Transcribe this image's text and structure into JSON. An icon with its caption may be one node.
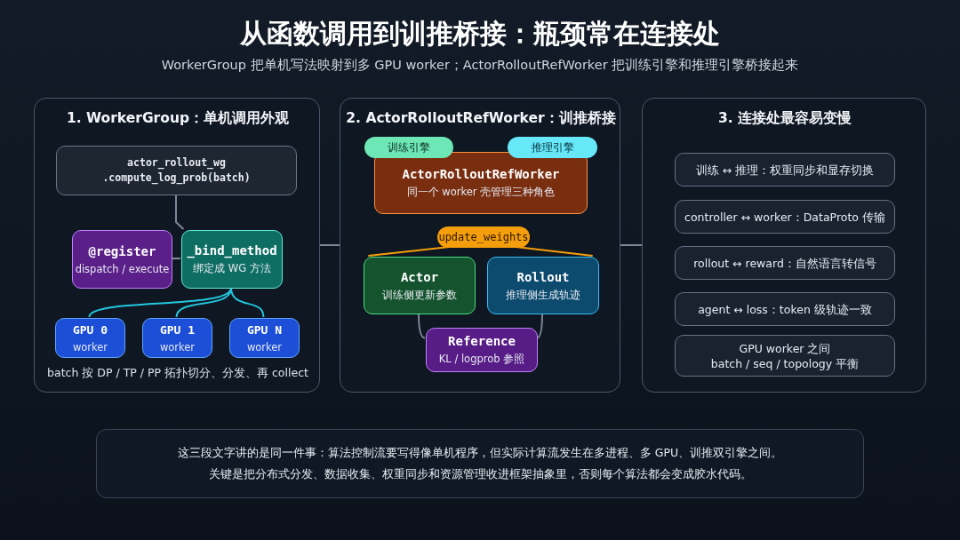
{
  "diagram": {
    "title": "从函数调用到训推桥接：瓶颈常在连接处",
    "caption": "WorkerGroup 把单机写法映射到多 GPU worker；ActorRolloutRefWorker 把训练引擎和推理引擎桥接起来",
    "nodes": [
      {
        "text": [
          "1. WorkerGroup：单机调用外观",
          "batch 按 DP / TP / PP 拓扑切分、分发、再 collect"
        ]
      },
      {
        "text": [
          "actor_rollout_wg .compute_log_prob(batch)"
        ],
        "in": 0
      },
      {
        "text": [
          "@register",
          "dispatch / execute"
        ],
        "in": 0
      },
      {
        "text": [
          "_bind_method",
          "绑定成 WG 方法"
        ],
        "in": 0
      },
      {
        "text": [
          "GPU 0",
          "worker"
        ],
        "in": 0
      },
      {
        "text": [
          "GPU 1",
          "worker"
        ],
        "in": 0
      },
      {
        "text": [
          "GPU N",
          "worker"
        ],
        "in": 0
      },
      {
        "text": [
          "2. ActorRolloutRefWorker：训推桥接"
        ]
      },
      {
        "text": [
          "训练引擎"
        ],
        "in": 7
      },
      {
        "text": [
          "推理引擎"
        ],
        "in": 7
      },
      {
        "text": [
          "ActorRolloutRefWorker",
          "同一个 worker 壳管理三种角色"
        ],
        "in": 7
      },
      {
        "text": [
          "update_weights"
        ],
        "in": 7
      },
      {
        "text": [
          "Actor",
          "训练侧更新参数"
        ],
        "in": 7
      },
      {
        "text": [
          "Rollout",
          "推理侧生成轨迹"
        ],
        "in": 7
      },
      {
        "text": [
          "Reference",
          "KL / logprob 参照"
        ],
        "in": 7
      },
      {
        "text": [
          "3. 连接处最容易变慢"
        ]
      },
      {
        "text": [
          "训练 ↔ 推理：权重同步和显存切换"
        ],
        "in": 15
      },
      {
        "text": [
          "controller ↔ worker：DataProto 传输"
        ],
        "in": 15
      },
      {
        "text": [
          "rollout ↔ reward：自然语言转信号"
        ],
        "in": 15
      },
      {
        "text": [
          "agent ↔ loss：token 级轨迹一致"
        ],
        "in": 15
      },
      {
        "text": [
          "GPU worker 之间 batch / seq / topology 平衡"
        ],
        "in": 15
      },
      {
        "text": [
          "这三段文字讲的是同一件事：算法控制流要写得像单机程序，但实际计算流发生在多进程、多 GPU、训推双引擎之间。",
          "关键是把分布式分发、数据收集、权重同步和资源管理收进框架抽象里，否则每个算法都会变成胶水代码。"
        ]
      }
    ],
    "edges": [
      {
        "from": 1,
        "to": 3,
        "arrow": "none"
      },
      {
        "from": 2,
        "to": 3,
        "arrow": "none"
      },
      {
        "from": 3,
        "to": 4,
        "arrow": "none",
        "color": "#22c7dd"
      },
      {
        "from": 3,
        "to": 5,
        "arrow": "none",
        "color": "#22c7dd"
      },
      {
        "from": 3,
        "to": 6,
        "arrow": "none",
        "color": "#22c7dd"
      },
      {
        "from": 0,
        "to": 7,
        "arrow": "none"
      },
      {
        "from": 7,
        "to": 15,
        "arrow": "none"
      },
      {
        "from": 11,
        "to": 12,
        "arrow": "none",
        "color": "#f59e0b"
      },
      {
        "from": 11,
        "to": 13,
        "arrow": "none",
        "color": "#f59e0b"
      },
      {
        "from": 12,
        "to": 14,
        "arrow": "none"
      },
      {
        "from": 13,
        "to": 14,
        "arrow": "none"
      }
    ]
  }
}
